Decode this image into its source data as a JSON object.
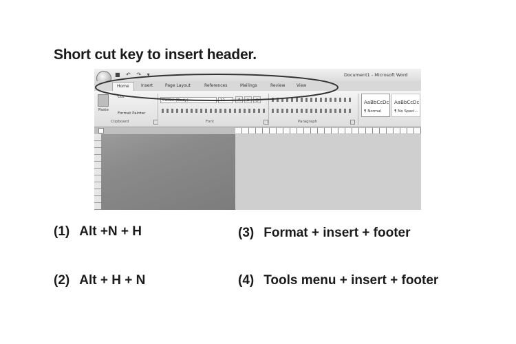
{
  "question": "Short cut key to insert header.",
  "word_window": {
    "title": "Document1 - Microsoft Word",
    "tabs": [
      "Home",
      "Insert",
      "Page Layout",
      "References",
      "Mailings",
      "Review",
      "View"
    ],
    "active_tab": "Home",
    "clipboard": {
      "cut": "Cut",
      "paste": "Paste",
      "format_painter": "Format Painter",
      "group": "Clipboard"
    },
    "font": {
      "name": "Calibri (Body)",
      "size": "11",
      "group": "Font"
    },
    "paragraph_group": "Paragraph",
    "styles": [
      {
        "preview": "AaBbCcDc",
        "name": "¶ Normal"
      },
      {
        "preview": "AaBbCcDc",
        "name": "¶ No Spaci..."
      }
    ]
  },
  "options": [
    {
      "num": "(1)",
      "text": "Alt +N + H"
    },
    {
      "num": "(2)",
      "text": "Alt + H + N"
    },
    {
      "num": "(3)",
      "text": "Format + insert + footer"
    },
    {
      "num": "(4)",
      "text": "Tools menu + insert  + footer"
    }
  ]
}
